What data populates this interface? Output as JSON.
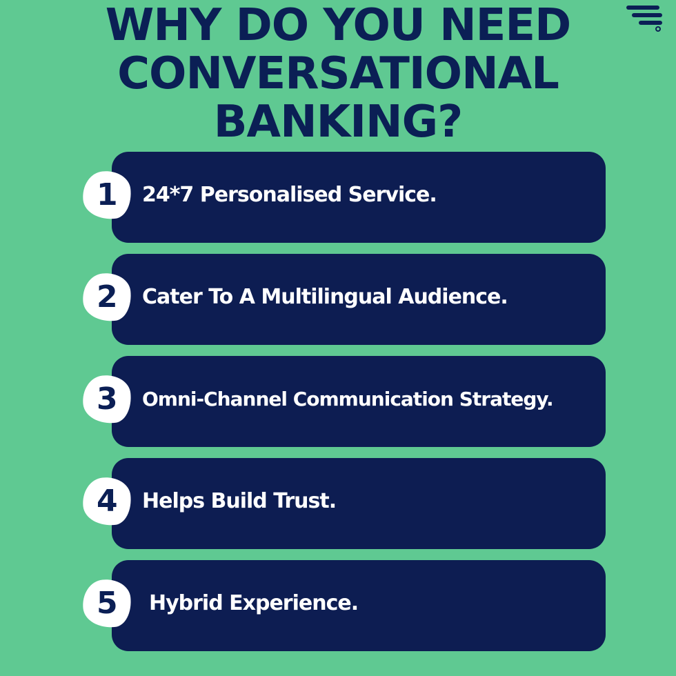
{
  "title": {
    "lines": [
      "WHY DO YOU NEED",
      "CONVERSATIONAL",
      "BANKING?"
    ]
  },
  "items": [
    {
      "number": "1",
      "text": "24*7 Personalised Service."
    },
    {
      "number": "2",
      "text": "Cater To A Multilingual Audience."
    },
    {
      "number": "3",
      "text": "Omni-Channel Communication Strategy."
    },
    {
      "number": "4",
      "text": "Helps Build Trust."
    },
    {
      "number": "5",
      "text": "Hybrid Experience."
    }
  ],
  "colors": {
    "background": "#5fc992",
    "navy": "#0d1d52",
    "title": "#0b1f55",
    "badge": "#ffffff"
  },
  "icons": {
    "logo": "striped-logo-icon"
  }
}
